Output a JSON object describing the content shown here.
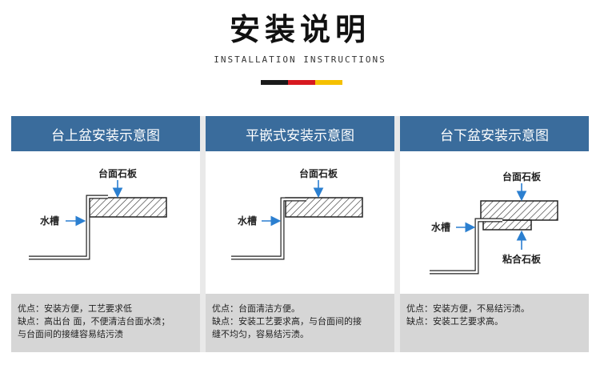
{
  "header": {
    "title": "安装说明",
    "subtitle": "INSTALLATION INSTRUCTIONS",
    "flag_colors": [
      "#1a1a1a",
      "#d71920",
      "#f5c000"
    ]
  },
  "colors": {
    "panel_header": "#3a6c9c",
    "arrow": "#2b7fd0",
    "note_bg": "#d6d6d6"
  },
  "panels": [
    {
      "title": "台上盆安装示意图",
      "label_top": "台面石板",
      "label_left": "水槽",
      "note_lines": [
        "优点：安装方便，工艺要求低",
        "缺点：高出台 面，不便清洁台面水渍；",
        "与台面间的接缝容易结污渍"
      ]
    },
    {
      "title": "平嵌式安装示意图",
      "label_top": "台面石板",
      "label_left": "水槽",
      "note_lines": [
        "优点：台面清洁方便。",
        "缺点：安装工艺要求高，与台面间的接",
        "缝不均匀，容易结污渍。"
      ]
    },
    {
      "title": "台下盆安装示意图",
      "label_top": "台面石板",
      "label_left": "水槽",
      "label_bottom": "粘合石板",
      "note_lines": [
        "优点：安装方便，不易结污渍。",
        "缺点：安装工艺要求高。"
      ]
    }
  ]
}
